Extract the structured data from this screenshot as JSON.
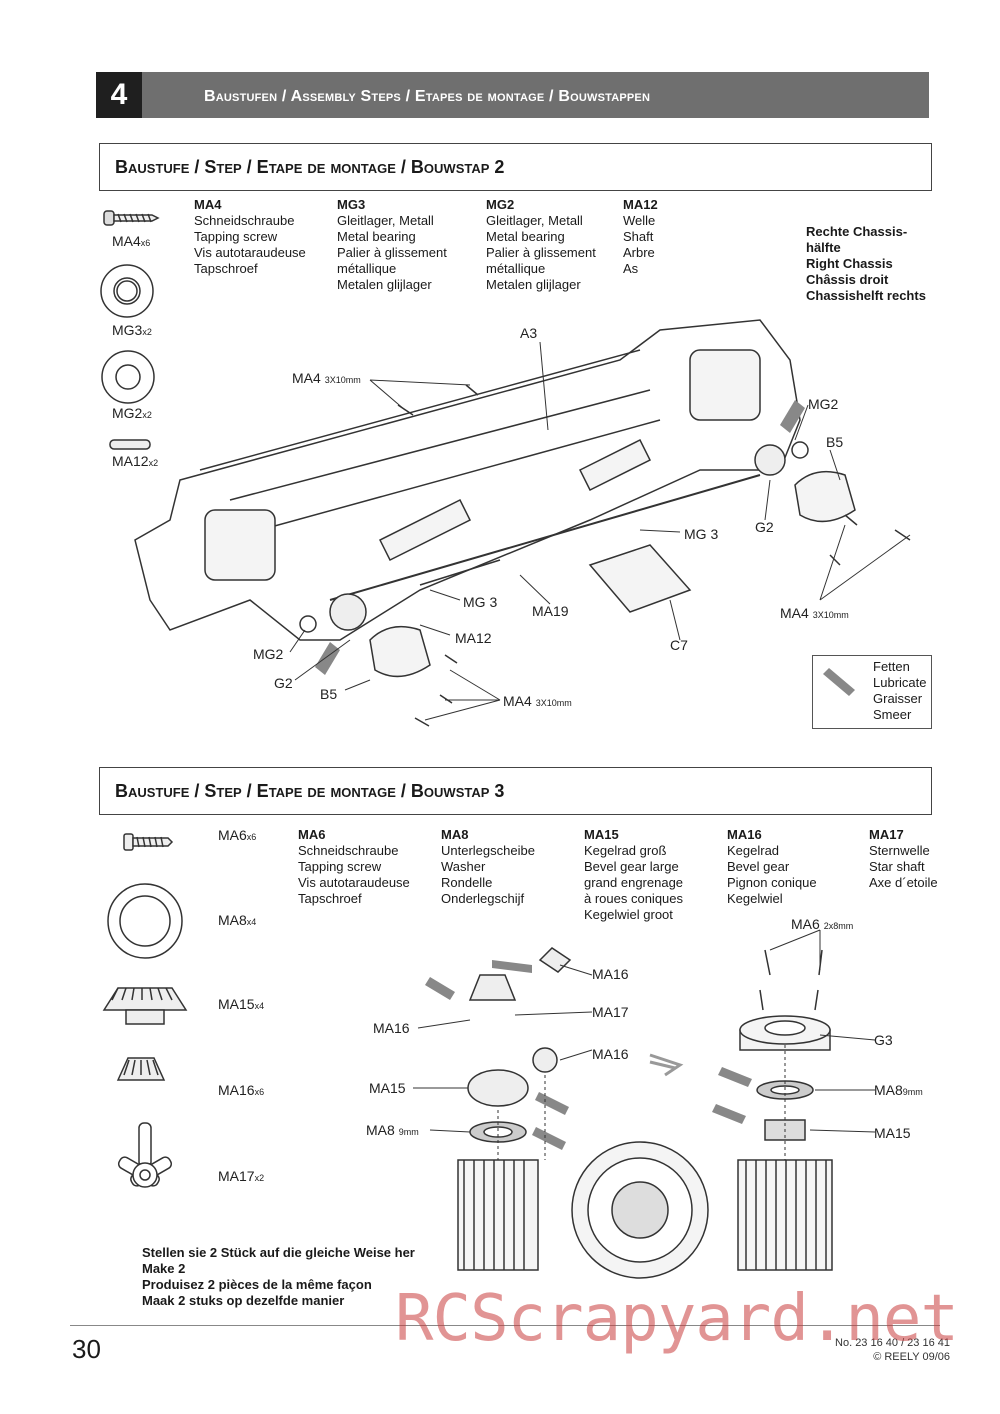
{
  "header": {
    "number": "4",
    "title": "Baustufen / Assembly Steps / Etapes de montage / Bouwstappen"
  },
  "step2": {
    "title": "Baustufe / Step / Etape de montage / Bouwstap  2",
    "parts": [
      {
        "code": "MA4",
        "lines": [
          "Schneidschraube",
          "Tapping screw",
          "Vis autotaraudeuse",
          "Tapschroef"
        ]
      },
      {
        "code": "MG3",
        "lines": [
          "Gleitlager, Metall",
          "Metal bearing",
          "Palier à glissement",
          "métallique",
          "Metalen glijlager"
        ]
      },
      {
        "code": "MG2",
        "lines": [
          "Gleitlager, Metall",
          "Metal bearing",
          "Palier à glissement",
          "métallique",
          "Metalen glijlager"
        ]
      },
      {
        "code": "MA12",
        "lines": [
          "Welle",
          "Shaft",
          "Arbre",
          "As"
        ]
      }
    ],
    "side_labels": [
      {
        "name": "MA4",
        "qty": "x6"
      },
      {
        "name": "MG3",
        "qty": "x2"
      },
      {
        "name": "MG2",
        "qty": "x2"
      },
      {
        "name": "MA12",
        "qty": "x2"
      }
    ],
    "right_note": [
      "Rechte Chassis-",
      "hälfte",
      "Right Chassis",
      "Châssis droit",
      "Chassishelft rechts"
    ],
    "callouts": {
      "a3": "A3",
      "ma4_top": "MA4",
      "ma4_top_size": "3X10mm",
      "mg2_right": "MG2",
      "b5_right": "B5",
      "g2_right": "G2",
      "mg3_mid": "MG 3",
      "mg3_left": "MG 3",
      "ma19": "MA19",
      "ma12": "MA12",
      "c7": "C7",
      "mg2_left": "MG2",
      "g2_left": "G2",
      "b5_left": "B5",
      "ma4_bottom": "MA4",
      "ma4_bottom_size": "3X10mm",
      "ma4_right": "MA4",
      "ma4_right_size": "3X10mm"
    },
    "legend": [
      "Fetten",
      "Lubricate",
      "Graisser",
      "Smeer"
    ]
  },
  "step3": {
    "title": "Baustufe / Step / Etape de montage / Bouwstap 3",
    "parts": [
      {
        "code": "MA6",
        "lines": [
          "Schneidschraube",
          "Tapping screw",
          "Vis autotaraudeuse",
          "Tapschroef"
        ]
      },
      {
        "code": "MA8",
        "lines": [
          "Unterlegscheibe",
          "Washer",
          "Rondelle",
          "Onderlegschijf"
        ]
      },
      {
        "code": "MA15",
        "lines": [
          "Kegelrad groß",
          "Bevel gear large",
          "grand engrenage",
          "à roues coniques",
          "Kegelwiel groot"
        ]
      },
      {
        "code": "MA16",
        "lines": [
          "Kegelrad",
          "Bevel gear",
          "Pignon conique",
          "Kegelwiel"
        ]
      },
      {
        "code": "MA17",
        "lines": [
          "Sternwelle",
          "Star shaft",
          "Axe d´etoile"
        ]
      }
    ],
    "side_labels": [
      {
        "name": "MA6",
        "qty": "x6"
      },
      {
        "name": "MA8",
        "qty": "x4"
      },
      {
        "name": "MA15",
        "qty": "x4"
      },
      {
        "name": "MA16",
        "qty": "x6"
      },
      {
        "name": "MA17",
        "qty": "x2"
      }
    ],
    "callouts": {
      "ma16_top": "MA16",
      "ma17": "MA17",
      "ma16_left": "MA16",
      "ma16_mid": "MA16",
      "ma15_left": "MA15",
      "ma8_left": "MA8",
      "ma8_left_size": "9mm",
      "ma6": "MA6",
      "ma6_size": "2x8mm",
      "g3": "G3",
      "ma8_right": "MA8",
      "ma8_right_size": "9mm",
      "ma15_right": "MA15"
    },
    "bottom_note": [
      "Stellen sie 2 Stück auf die gleiche Weise her",
      "Make 2",
      "Produisez 2 pièces de la même façon",
      "Maak 2 stuks op dezelfde manier"
    ]
  },
  "footer": {
    "page": "30",
    "ref": "No. 23 16 40 / 23 16 41",
    "copyright": "© REELY 09/06",
    "watermark": "RCScrapyard.net"
  }
}
